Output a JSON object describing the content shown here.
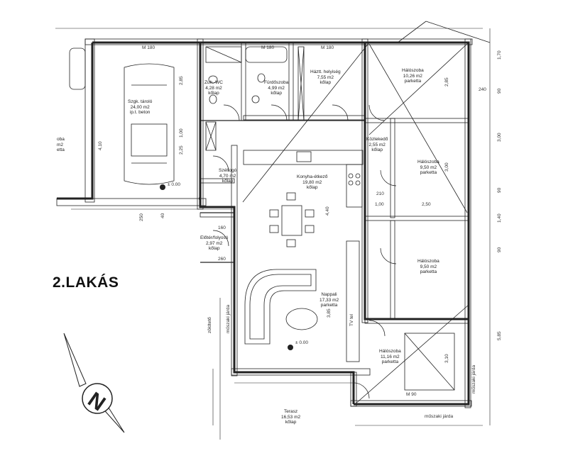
{
  "plan": {
    "title": "2.LAKÁS",
    "rooms": [
      {
        "id": "garage",
        "lines": [
          "Szgk. tároló",
          "24,00 m2",
          "ip.t. beton"
        ]
      },
      {
        "id": "bath_wc",
        "lines": [
          "Zuh.-WC",
          "4,28 m2",
          "kőlap"
        ]
      },
      {
        "id": "bathroom",
        "lines": [
          "Fürdőszoba",
          "4,99 m2",
          "kőlap"
        ]
      },
      {
        "id": "utility",
        "lines": [
          "Háztt. helyiség",
          "7,55 m2",
          "kőlap"
        ]
      },
      {
        "id": "bedroom1",
        "lines": [
          "Hálószoba",
          "10,26 m2",
          "parketta"
        ]
      },
      {
        "id": "corridor",
        "lines": [
          "Közlekedő",
          "2,55 m2",
          "kőlap"
        ]
      },
      {
        "id": "bedroom2",
        "lines": [
          "Hálószoba",
          "9,50 m2",
          "parketta"
        ]
      },
      {
        "id": "kitchen",
        "lines": [
          "Konyha-étkező",
          "19,80 m2",
          "kőlap"
        ]
      },
      {
        "id": "windfang",
        "lines": [
          "Szélfogó",
          "4,70 m2",
          "kőlap"
        ]
      },
      {
        "id": "entrance",
        "lines": [
          "Előtér/folyosó",
          "2,97 m2",
          "kőlap"
        ]
      },
      {
        "id": "bedroom3",
        "lines": [
          "Hálószoba",
          "9,50 m2",
          "parketta"
        ]
      },
      {
        "id": "living",
        "lines": [
          "Nappali",
          "17,33 m2",
          "parketta"
        ]
      },
      {
        "id": "bedroom4",
        "lines": [
          "Hálószoba",
          "11,16 m2",
          "parketta"
        ]
      },
      {
        "id": "terrace",
        "lines": [
          "Terasz",
          "16,53 m2",
          "kőlap"
        ]
      },
      {
        "id": "left_room",
        "lines": [
          "oba",
          "m2",
          "etta"
        ]
      }
    ],
    "annotations": {
      "level_entrance": "± 0.00",
      "level_living": "± 0.00",
      "tv": "TV tel",
      "walkway_right": "műszaki járda",
      "walkway_bottom": "műszaki járda",
      "walkway_left": "műszaki járda",
      "zoldteto": "zöldtető",
      "m180a": "M 180",
      "m180b": "M 180",
      "m180c": "M 180",
      "m90": "M 90"
    },
    "dims": {
      "d170": "1,70",
      "d300": "3,00",
      "d140": "1,40",
      "d585": "5,85",
      "d90a": "90",
      "d90b": "90",
      "d90c": "90",
      "d440": "4,40",
      "d410": "4,10",
      "d285": "2,85",
      "d250": "2,50",
      "d100": "1,00",
      "d100b": "1,00",
      "d385": "3,85",
      "d310": "3,10",
      "d300b": "3,00",
      "d285b": "2,85",
      "d240": "240",
      "d210": "210",
      "d40": "40",
      "d250b": "250",
      "d160": "160",
      "d260": "260",
      "d225": "2,25"
    }
  }
}
